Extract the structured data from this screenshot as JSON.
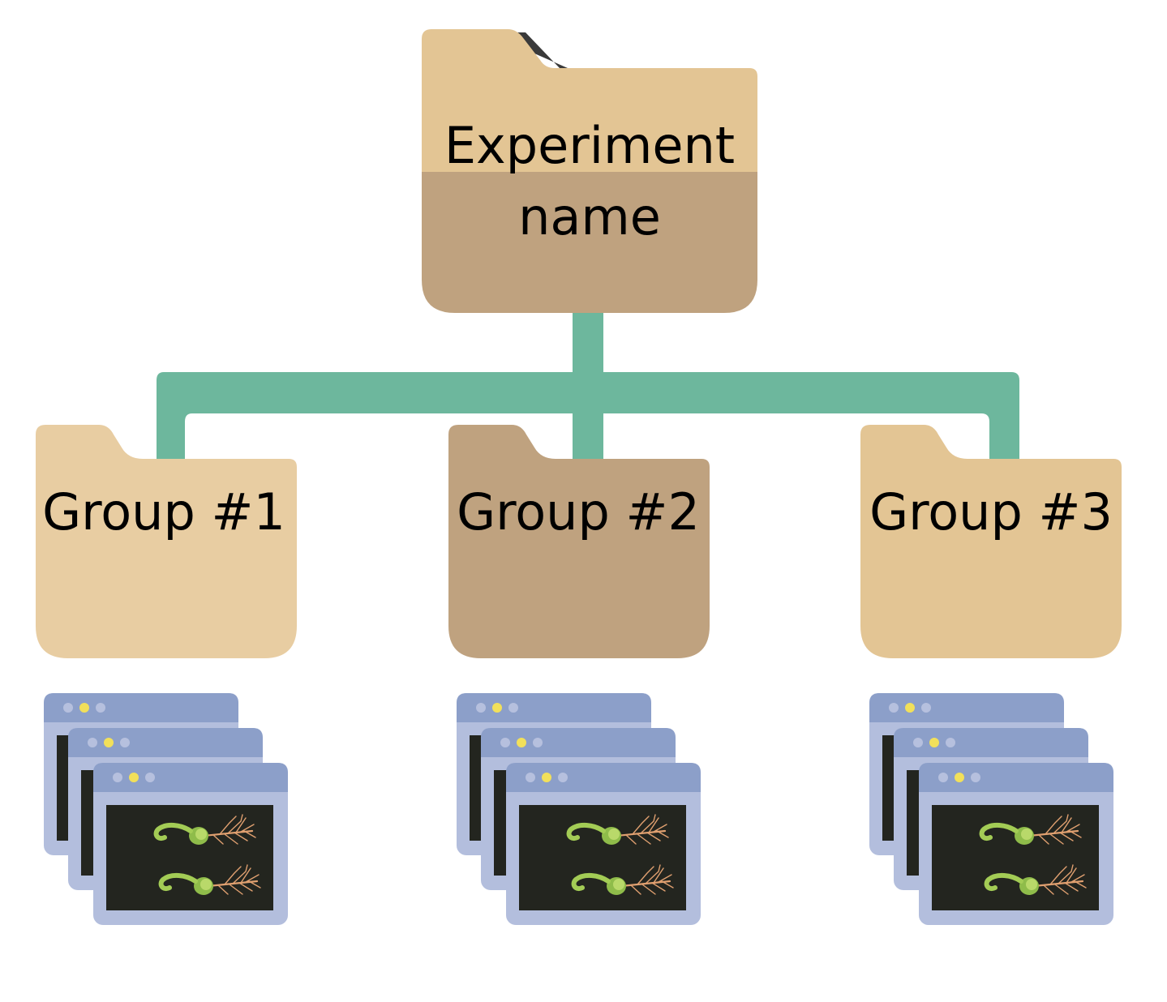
{
  "root": {
    "label_line1": "Experiment",
    "label_line2": "name",
    "top_color": "#E3C594",
    "bottom_color": "#BFA27F"
  },
  "groups": [
    {
      "label": "Group #1",
      "color": "#E8CDA2"
    },
    {
      "label": "Group #2",
      "color": "#BFA27F"
    },
    {
      "label": "Group #3",
      "color": "#E3C594"
    }
  ],
  "connector_color": "#6DB79D",
  "image_stack": {
    "count_per_group": 3,
    "window_frame_color": "#B3BEDD",
    "window_titlebar_color": "#8C9FC9",
    "screen_color": "#23251F",
    "dot_gray": "#B6C0DE",
    "dot_yellow": "#F2E05A",
    "seedling_icon": "seedling-image-icon"
  }
}
